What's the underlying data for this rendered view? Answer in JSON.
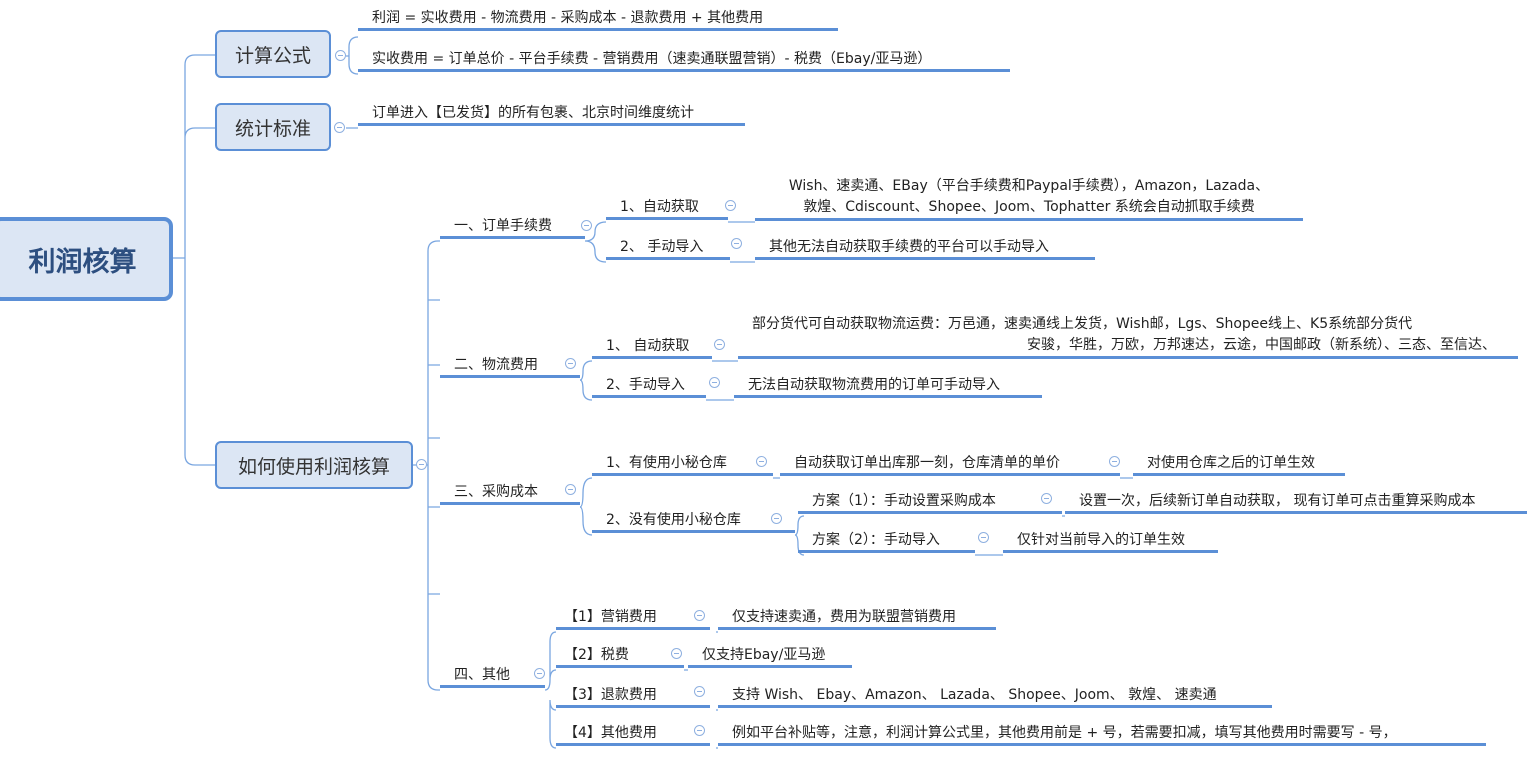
{
  "root": "利润核算",
  "formula": {
    "label": "计算公式",
    "items": [
      "利润 = 实收费用 - 物流费用 - 采购成本 - 退款费用 + 其他费用",
      "实收费用 = 订单总价 - 平台手续费 - 营销费用（速卖通联盟营销）- 税费（Ebay/亚马逊）"
    ]
  },
  "standard": {
    "label": "统计标准",
    "item": "订单进入【已发货】的所有包裹、北京时间维度统计"
  },
  "usage": {
    "label": "如何使用利润核算",
    "fee": {
      "label": "一、订单手续费",
      "auto": "1、自动获取",
      "auto_desc": [
        "Wish、速卖通、EBay（平台手续费和Paypal手续费），Amazon，Lazada、",
        "敦煌、Cdiscount、Shopee、Joom、Tophatter 系统会自动抓取手续费"
      ],
      "manual": "2、 手动导入",
      "manual_desc": "其他无法自动获取手续费的平台可以手动导入"
    },
    "logistics": {
      "label": "二、物流费用",
      "auto": "1、 自动获取",
      "auto_desc": [
        "部分货代可自动获取物流运费：万邑通，速卖通线上发货，Wish邮，Lgs、Shopee线上、K5系统部分货代",
        "安骏，华胜，万欧，万邦速达，云途，中国邮政（新系统）、三态、至信达、"
      ],
      "manual": "2、手动导入",
      "manual_desc": "无法自动获取物流费用的订单可手动导入"
    },
    "purchase": {
      "label": "三、采购成本",
      "with": "1、有使用小秘仓库",
      "with_desc": "自动获取订单出库那一刻，仓库清单的单价",
      "with_desc2": "对使用仓库之后的订单生效",
      "without": "2、没有使用小秘仓库",
      "plan1": "方案（1）：手动设置采购成本",
      "plan1_desc": "设置一次，后续新订单自动获取， 现有订单可点击重算采购成本",
      "plan2": "方案（2）：手动导入",
      "plan2_desc": "仅针对当前导入的订单生效"
    },
    "other": {
      "label": "四、其他",
      "items": [
        {
          "label": "【1】营销费用",
          "desc": "仅支持速卖通，费用为联盟营销费用"
        },
        {
          "label": "【2】税费",
          "desc": "仅支持Ebay/亚马逊"
        },
        {
          "label": "【3】退款费用",
          "desc": "支持 Wish、 Ebay、Amazon、 Lazada、 Shopee、Joom、 敦煌、 速卖通"
        },
        {
          "label": "【4】其他费用",
          "desc": "例如平台补贴等，注意，利润计算公式里，其他费用前是 + 号，若需要扣减，填写其他费用时需要写 - 号，"
        }
      ]
    }
  },
  "colors": {
    "accent": "#5b8fd6",
    "box_bg": "#dce6f4"
  }
}
